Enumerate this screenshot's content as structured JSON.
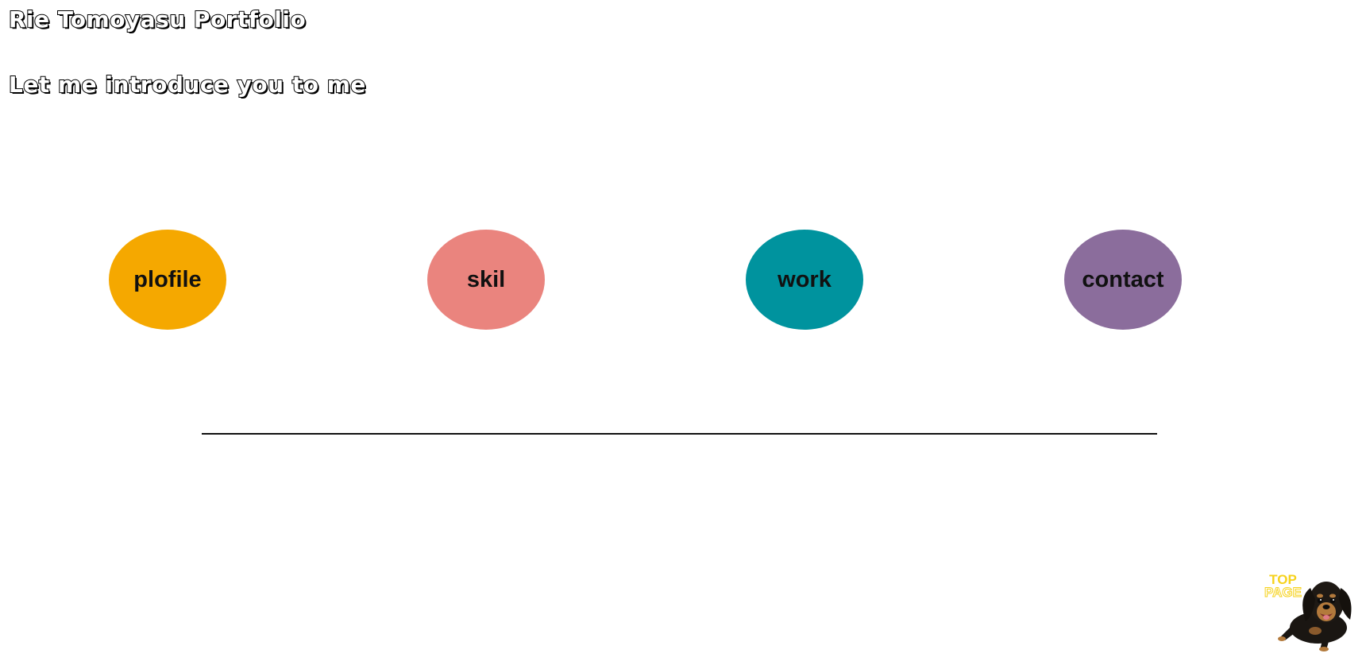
{
  "header": {
    "title": "Rie Tomoyasu Portfolio",
    "subtitle": "Let me introduce you to me"
  },
  "nav": {
    "items": [
      {
        "label": "plofile",
        "color": "#F5A800"
      },
      {
        "label": "skil",
        "color": "#EA847E"
      },
      {
        "label": "work",
        "color": "#00939E"
      },
      {
        "label": "contact",
        "color": "#8B6D9C"
      }
    ]
  },
  "top_link": {
    "line1": "TOP",
    "line2": "PAGE",
    "accent": "#F6D21C",
    "icon": "dachshund-dog-icon"
  }
}
